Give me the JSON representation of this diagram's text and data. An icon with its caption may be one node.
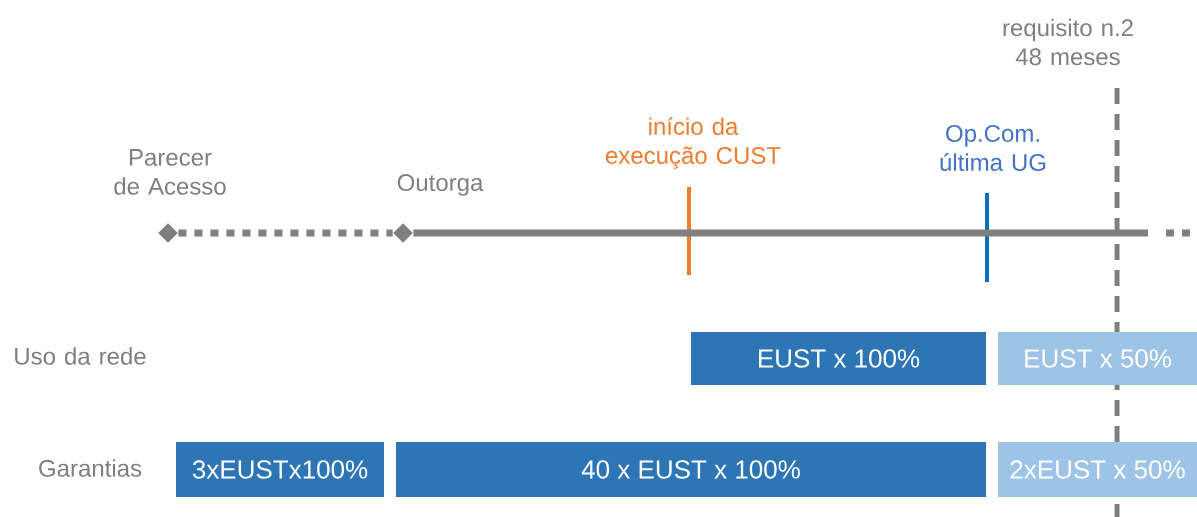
{
  "diagram": {
    "nodes": [
      {
        "text": [],
        "shape": "diamond"
      },
      {
        "text": [],
        "shape": "diamond"
      },
      {
        "text": [
          "EUST x 100%"
        ]
      },
      {
        "text": [
          "EUST x 50%"
        ]
      },
      {
        "text": [
          "3xEUSTx100%"
        ]
      },
      {
        "text": [
          "40 x EUST x 100%"
        ]
      },
      {
        "text": [
          "2xEUST x 50%"
        ]
      }
    ],
    "edges": [
      {
        "from": 0,
        "to": 1,
        "arrow": "none",
        "style": "dashed"
      },
      {
        "from": 1,
        "to": null,
        "arrow": "none"
      }
    ],
    "labels": [
      "requisito n.2 48 meses",
      "início da execução CUST",
      "Op.Com. última UG",
      "Parecer de Acesso",
      "Outorga",
      "Uso da rede",
      "Garantias"
    ]
  }
}
